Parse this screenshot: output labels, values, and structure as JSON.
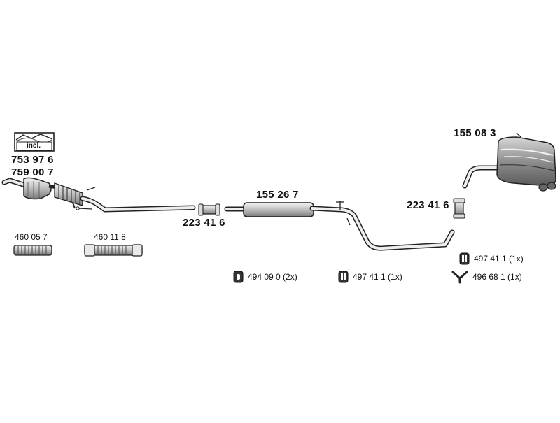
{
  "diagram": {
    "kit_box_label": "incl.",
    "parts": {
      "catalyst_kit": "753 97 6",
      "front_pipe": "759 00 7",
      "flex_small_1": "460 05 7",
      "flex_small_2": "460 11 8",
      "clamp_front": "223 41 6",
      "middle_silencer": "155 26 7",
      "clamp_rear": "223 41 6",
      "rear_silencer": "155 08 3"
    },
    "hardware": {
      "ring_front": "494 09 0 (2x)",
      "hanger_middle": "497 41 1 (1x)",
      "hanger_rear": "497 41 1 (1x)",
      "bracket_rear": "496 68 1 (1x)"
    }
  }
}
